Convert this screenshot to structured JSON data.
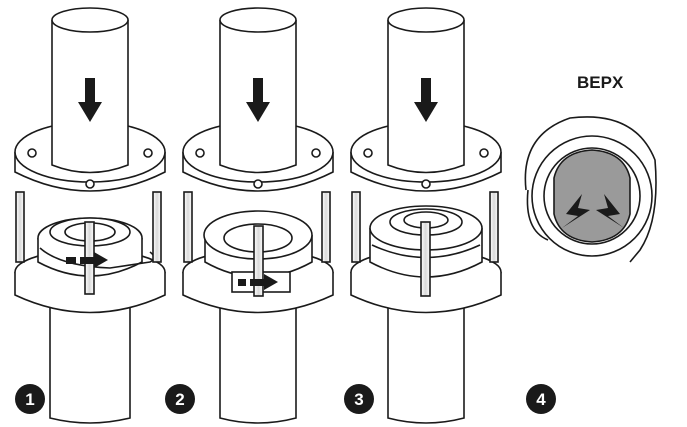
{
  "diagram": {
    "label_top_right": "BEPX",
    "steps": [
      {
        "number": "1"
      },
      {
        "number": "2"
      },
      {
        "number": "3"
      },
      {
        "number": "4"
      }
    ],
    "colors": {
      "stroke": "#1a1a1a",
      "fill": "#ffffff",
      "shade": "#9a9a9a",
      "badge": "#1a1a1a",
      "badge_text": "#ffffff"
    },
    "icons": [
      "down-arrow-icon",
      "right-arrow-icon",
      "inward-arrow-icon"
    ]
  }
}
